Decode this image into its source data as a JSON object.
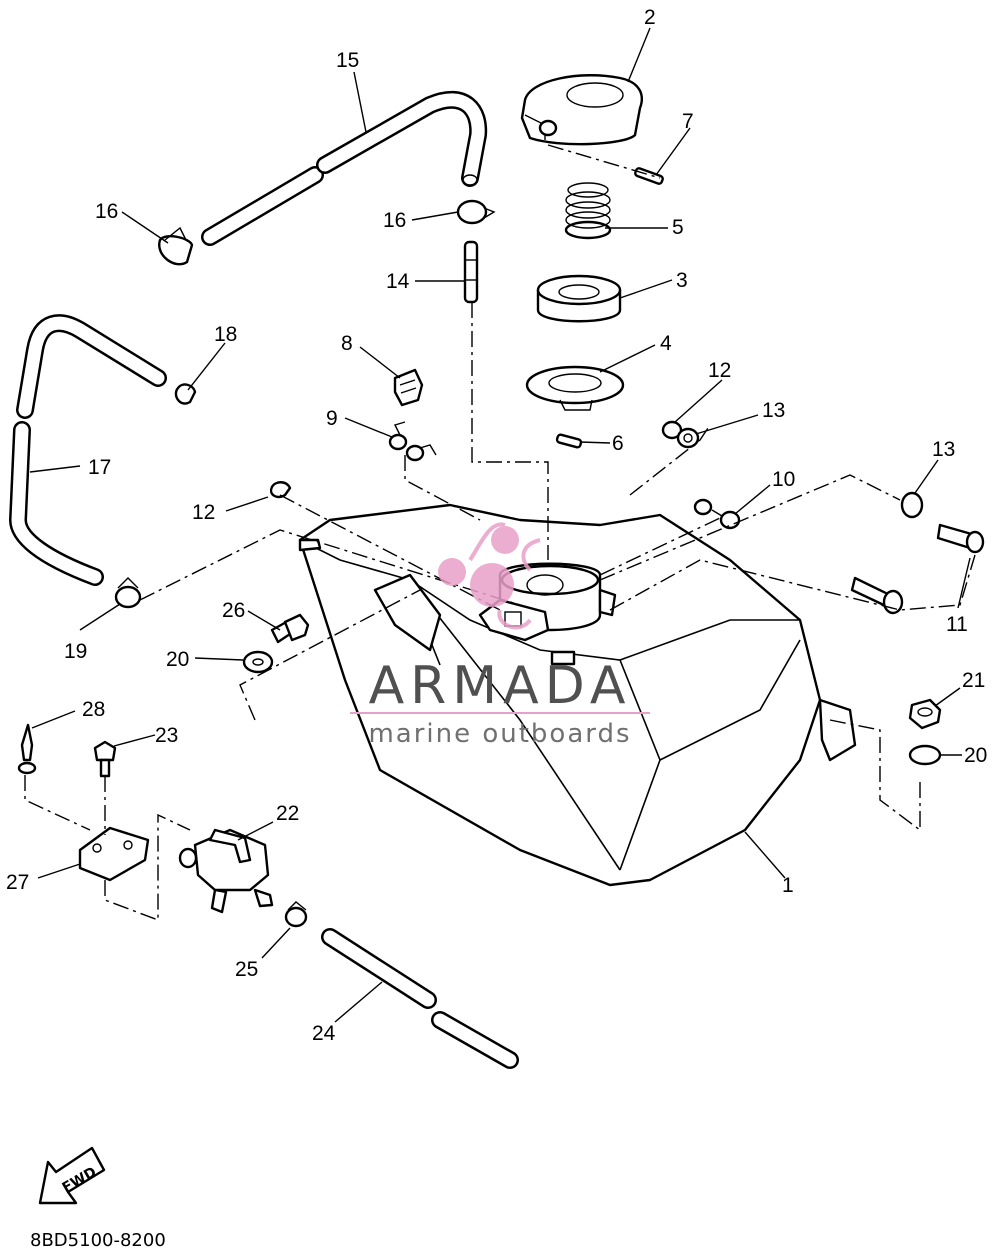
{
  "callouts": {
    "c1": "1",
    "c2": "2",
    "c3": "3",
    "c4": "4",
    "c5": "5",
    "c6": "6",
    "c7": "7",
    "c8": "8",
    "c9": "9",
    "c10": "10",
    "c11": "11",
    "c12a": "12",
    "c12b": "12",
    "c13a": "13",
    "c13b": "13",
    "c14": "14",
    "c15": "15",
    "c16a": "16",
    "c16b": "16",
    "c17": "17",
    "c18": "18",
    "c19": "19",
    "c20a": "20",
    "c20b": "20",
    "c21": "21",
    "c22": "22",
    "c23": "23",
    "c24": "24",
    "c25": "25",
    "c26": "26",
    "c27": "27",
    "c28": "28"
  },
  "watermark": {
    "brand": "ARMADA",
    "tagline": "marine outboards",
    "colors": {
      "logo": "#e8a0c8",
      "text": "#505050",
      "rule": "#e8a0c8"
    }
  },
  "fwd_label": "FWD",
  "diagram_code": "8BD5100-8200"
}
